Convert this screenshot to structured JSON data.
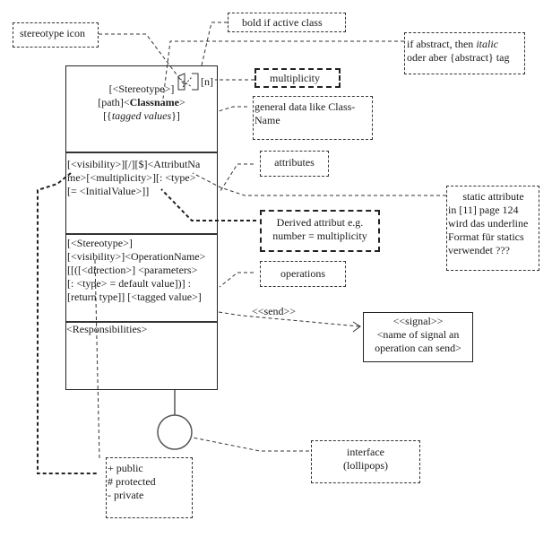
{
  "class_box": {
    "name_compartment": {
      "stereotype": "[<Stereotype>]",
      "path_prefix": "[path]<",
      "classname": "Classname",
      "path_suffix": ">",
      "tagged_open": "[{",
      "tagged_values": "tagged values",
      "tagged_close": "}]",
      "multiplicity": "[n]"
    },
    "attributes_compartment": {
      "lines": [
        "[<visibility>][/][$]<AttributNa",
        "me>[<multiplicity>][: <type>",
        "[= <InitialValue>]]"
      ]
    },
    "operations_compartment": {
      "lines": [
        "[<Stereotype>]",
        "[<visibility>]<OperationName>",
        "[[([<direction>] <parameters>",
        "[: <type> = default value])] :",
        "[return type]] [<tagged value>]"
      ]
    },
    "responsibilities_compartment": {
      "text": "<Responsibilities>"
    }
  },
  "notes": {
    "stereotype_icon": "stereotype icon",
    "bold_active": "bold if active class",
    "abstract": {
      "line1_prefix": "if abstract, then ",
      "line1_italic": "italic",
      "line2": "oder aber {abstract} tag"
    },
    "multiplicity": "multiplicity",
    "general_data": "general data like Class-Name",
    "attributes": "attributes",
    "static_attribute": {
      "line1": "static attribute",
      "line2": "in [11] page 124",
      "line3": "wird das underline",
      "line4": "Format für statics",
      "line5": "verwendet ???"
    },
    "derived": {
      "line1": "Derived attribut e.g.",
      "line2": "number = multiplicity"
    },
    "operations": "operations",
    "interface": {
      "line1": "interface",
      "line2": "(lollipops)"
    },
    "visibility": {
      "line1": "+ public",
      "line2": "# protected",
      "line3": "- private"
    }
  },
  "send_label": "<<send>>",
  "signal": {
    "line1": "<<signal>>",
    "line2": "<name of signal an",
    "line3": "operation can send>"
  }
}
